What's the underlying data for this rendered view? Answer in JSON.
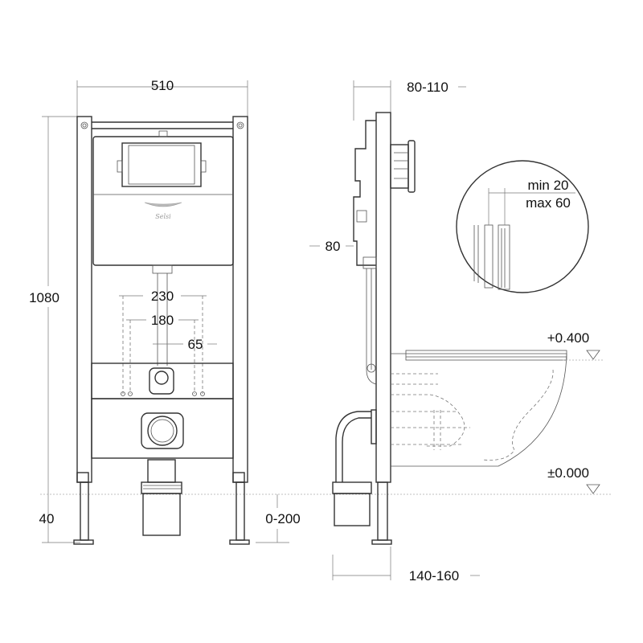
{
  "title": "Installation frame dimensional drawing",
  "logo_text": "Selsi",
  "front_view": {
    "width_label": "510",
    "height_label": "1080",
    "leg_label": "40",
    "spacing_230": "230",
    "spacing_180": "180",
    "spacing_65": "65",
    "adjust_label": "0-200"
  },
  "side_view": {
    "depth_top_label": "80-110",
    "cistern_depth_label": "80",
    "depth_bottom_label": "140-160",
    "detail_min": "min 20",
    "detail_max": "max 60",
    "level_seat": "+0.400",
    "level_floor": "±0.000"
  }
}
